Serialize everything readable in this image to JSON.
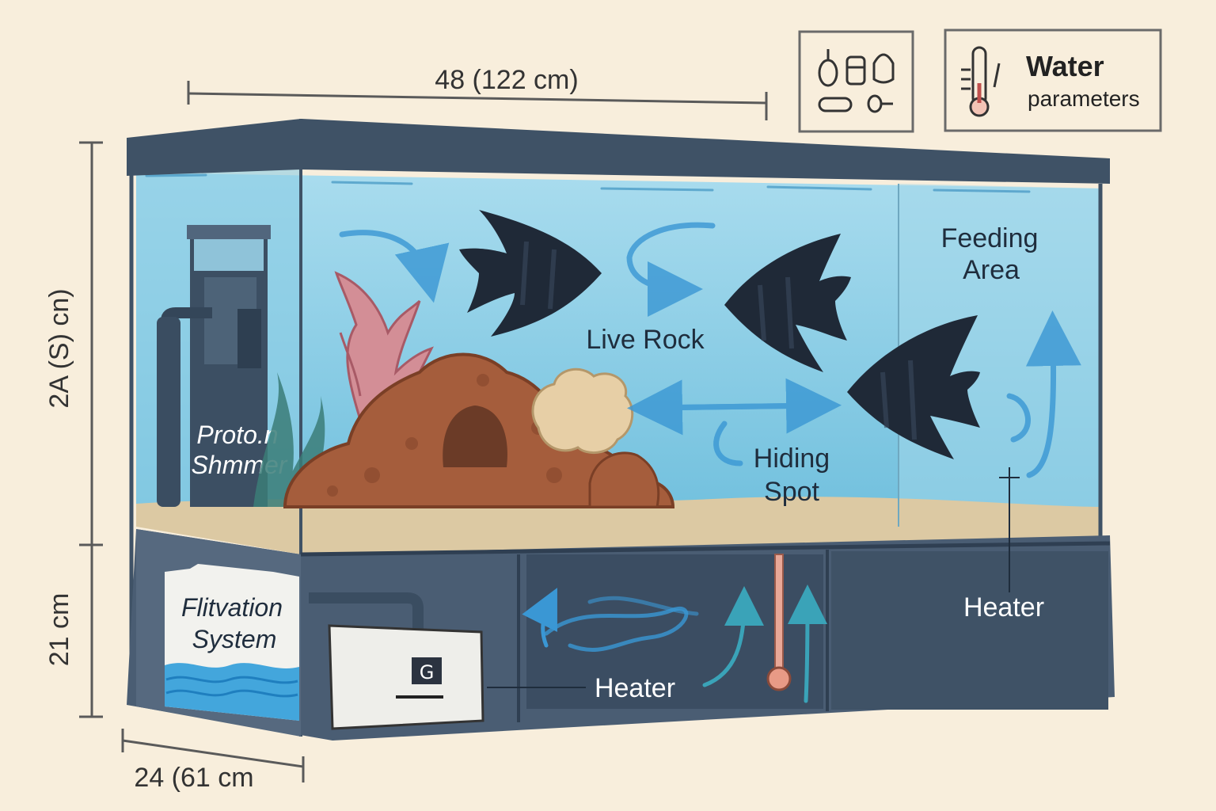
{
  "dimensions": {
    "width": "48 (122 cm)",
    "height": "2A (S) cn)",
    "cabinet": "21 cm",
    "depth": "24 (61 cm"
  },
  "legend": {
    "equipment_icon": "equipment-icons",
    "water_params_line1": "Water",
    "water_params_line2": "parameters"
  },
  "labels": {
    "skimmer_line1": "Proto.n",
    "skimmer_line2": "Shmmer",
    "live_rock": "Live Rock",
    "feeding_line1": "Feeding",
    "feeding_line2": "Area",
    "hiding_line1": "Hiding",
    "hiding_line2": "Spot",
    "filtration_line1": "Flitvation",
    "filtration_line2": "System",
    "heater_center": "Heater",
    "heater_right": "Heater"
  },
  "colors": {
    "background": "#f8eedc",
    "frame": "#3f5266",
    "water": "#7cc4df",
    "cabinet": "#4a5d73",
    "sand": "#dcc9a3",
    "rock": "#a55d3c",
    "fish": "#1f2937",
    "flow_arrow": "#3a97d4"
  }
}
